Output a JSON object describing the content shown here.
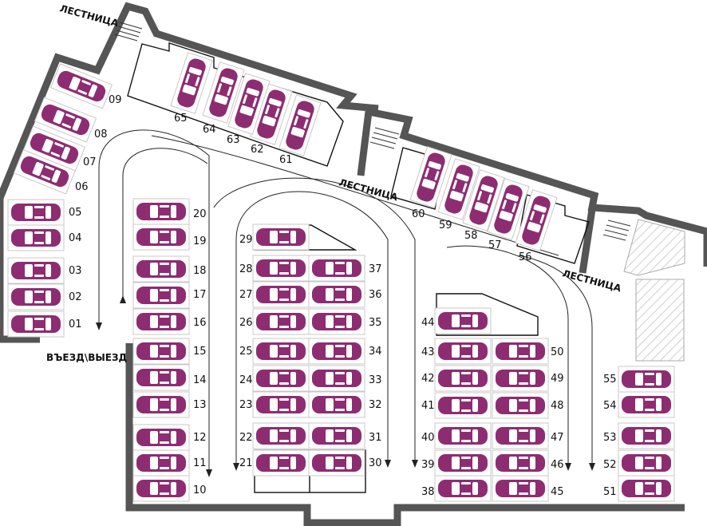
{
  "colors": {
    "car": "#8e2c72",
    "wall": "#555555",
    "lines": "#111111"
  },
  "labels": {
    "stairs_1": "ЛЕСТНИЦА",
    "stairs_2": "ЛЕСТНИЦА",
    "stairs_3": "ЛЕСТНИЦА",
    "entrance": "ВЪЕЗД\\ВЫЕЗД"
  },
  "spots": [
    "01",
    "02",
    "03",
    "04",
    "05",
    "06",
    "07",
    "08",
    "09",
    "10",
    "11",
    "12",
    "13",
    "14",
    "15",
    "16",
    "17",
    "18",
    "19",
    "20",
    "21",
    "22",
    "23",
    "24",
    "25",
    "26",
    "27",
    "28",
    "29",
    "30",
    "31",
    "32",
    "33",
    "34",
    "35",
    "36",
    "37",
    "38",
    "39",
    "40",
    "41",
    "42",
    "43",
    "44",
    "45",
    "46",
    "47",
    "48",
    "49",
    "50",
    "51",
    "52",
    "53",
    "54",
    "55",
    "56",
    "57",
    "58",
    "59",
    "60",
    "61",
    "62",
    "63",
    "64",
    "65"
  ]
}
